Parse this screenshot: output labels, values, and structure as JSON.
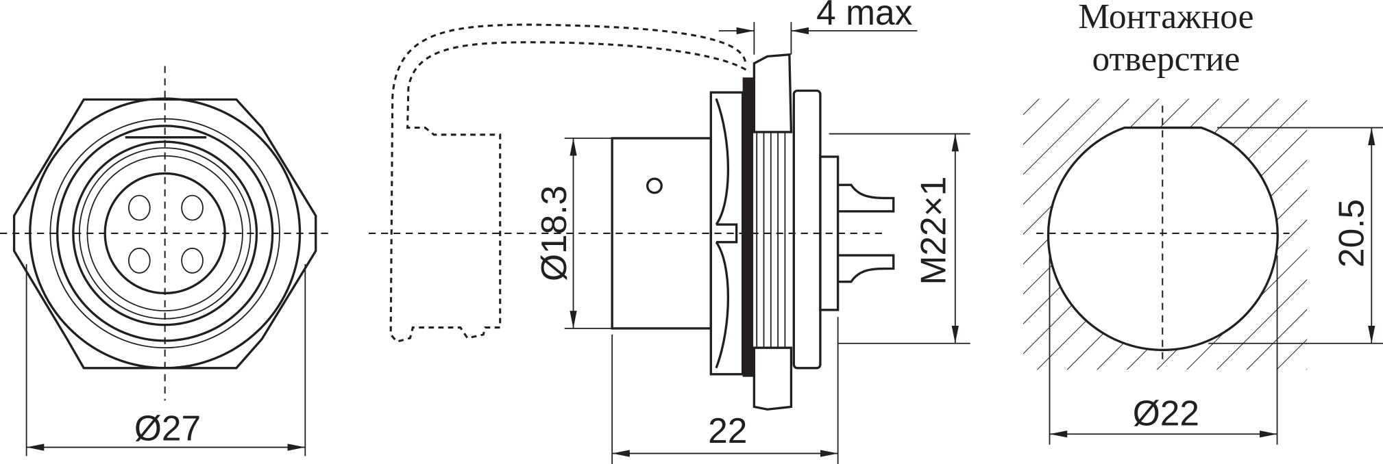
{
  "front_view": {
    "diameter_label": "Ø27"
  },
  "side_view": {
    "body_diameter_label": "Ø18.3",
    "thread_label": "M22×1",
    "length_label": "22",
    "panel_thickness_label": "4 max"
  },
  "mounting_hole": {
    "title_line1": "Монтажное",
    "title_line2": "отверстие",
    "width_label": "Ø22",
    "flat_label": "20.5"
  },
  "colors": {
    "line": "#231f20",
    "background": "#ffffff"
  }
}
